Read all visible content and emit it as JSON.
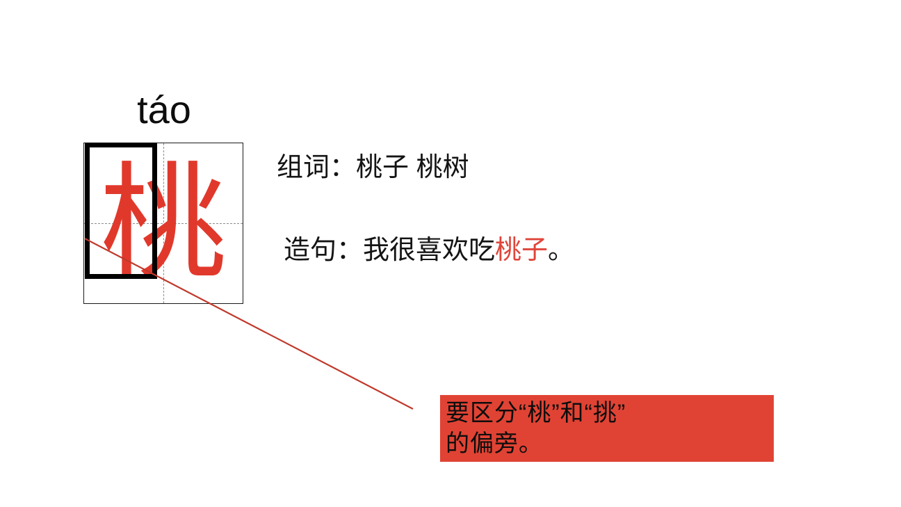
{
  "slide": {
    "background_color": "#ffffff",
    "accent_red": "#e0392c",
    "callout_bg": "#e04334",
    "text_color": "#141414"
  },
  "character_card": {
    "pinyin": "táo",
    "character": "桃",
    "character_color": "#e0392c",
    "grid_type": "tian-zi-ge",
    "radical_highlight": "木"
  },
  "content": {
    "zuci_label": "组词：",
    "zuci_words": "桃子  桃树",
    "zaoju_label": "造句：",
    "zaoju_before": "我很喜欢吃",
    "zaoju_highlight": "桃子",
    "zaoju_after": "。"
  },
  "callout": {
    "line1": "要区分“桃”和“挑”",
    "line2": "的偏旁。"
  }
}
